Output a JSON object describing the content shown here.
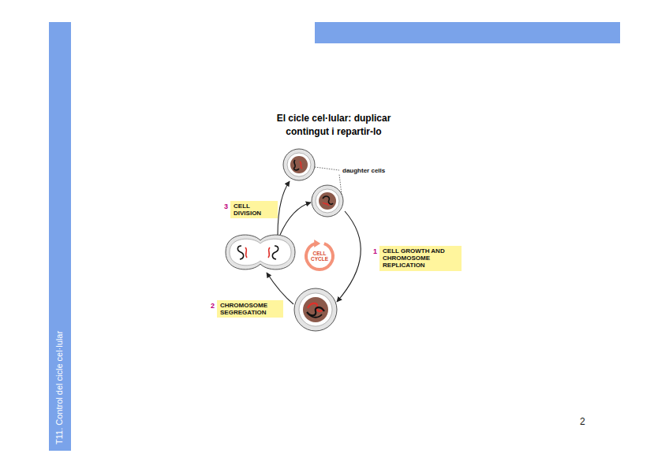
{
  "diagram": {
    "title": "El cicle cel·lular: duplicar contingut i repartir-lo",
    "nodes": [
      {
        "text": [
          "T11. Control del cicle cel·lular"
        ]
      },
      {
        "text": [
          "3",
          "CELL DIVISION"
        ]
      },
      {
        "text": [
          "CELL CYCLE"
        ]
      },
      {
        "text": [
          "1",
          "CELL GROWTH AND CHROMOSOME REPLICATION"
        ]
      },
      {
        "text": [
          "2",
          "CHROMOSOME SEGREGATION"
        ]
      }
    ],
    "labels": [
      "daughter cells",
      "2"
    ]
  }
}
